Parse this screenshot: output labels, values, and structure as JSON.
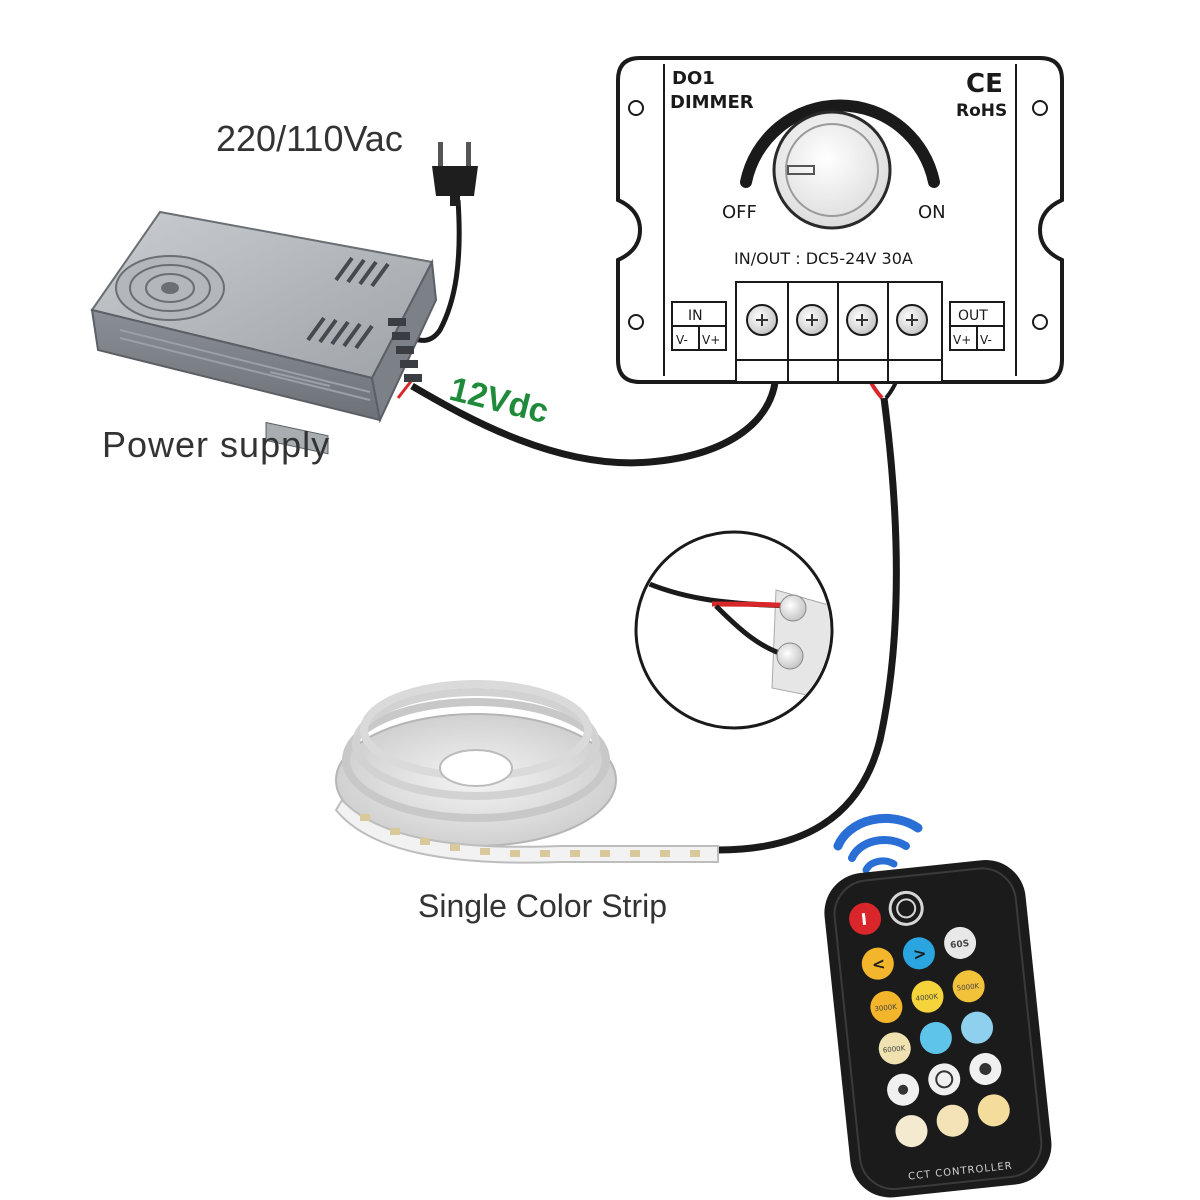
{
  "labels": {
    "ac_input": "220/110Vac",
    "dc_output": "12Vdc",
    "power_supply": "Power supply",
    "strip": "Single Color Strip"
  },
  "dimmer": {
    "model": "DO1",
    "name": "DIMMER",
    "cert_ce": "CE",
    "cert_rohs": "RoHS",
    "off": "OFF",
    "on": "ON",
    "rating": "IN/OUT : DC5-24V 30A",
    "in_label": "IN",
    "out_label": "OUT",
    "v_minus": "V-",
    "v_plus": "V+"
  },
  "remote": {
    "brand": "CCT CONTROLLER",
    "power_symbol": "I",
    "button_labels": [
      "<",
      ">",
      "60S",
      "3000K",
      "4000K",
      "5000K",
      "6000K"
    ]
  },
  "colors": {
    "wire_black": "#1a1a1a",
    "wire_red": "#d8262a",
    "label_green": "#1f8a3a",
    "wireless": "#2a6fd6",
    "remote_body": "#1b1b1b"
  }
}
